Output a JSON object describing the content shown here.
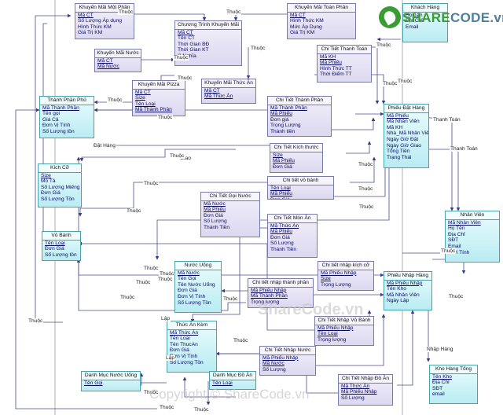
{
  "logo": {
    "text_share": "SHARE",
    "text_code": "CODE.vn"
  },
  "watermarks": {
    "center": "ShareCode.vn",
    "footer": "Copyright © ShareCode.vn"
  },
  "entities": [
    {
      "id": "kmmp",
      "title": "Khuyến Mãi Một Phần",
      "style": "purple",
      "fields": [
        {
          "t": "Mã CT",
          "pk": true
        },
        {
          "t": "Số Lượng Áp dụng"
        },
        {
          "t": "Hình Thức KM"
        },
        {
          "t": "Giá Trị KM"
        }
      ]
    },
    {
      "id": "kmtp",
      "title": "Khuyến Mãi Toàn Phần",
      "style": "purple",
      "fields": [
        {
          "t": "Mã CT",
          "pk": true
        },
        {
          "t": "Hình Thức KM"
        },
        {
          "t": "Mức Áp Dụng"
        },
        {
          "t": "Giá Trị KM"
        }
      ]
    },
    {
      "id": "kh",
      "title": "Khách Hàng",
      "style": "cyan",
      "fields": [
        {
          "t": "Họ Tên"
        },
        {
          "t": "Địa Chỉ"
        },
        {
          "t": "Email"
        }
      ]
    },
    {
      "id": "ctkm",
      "title": "Chương Trình Khuyến Mãi",
      "style": "purple",
      "fields": [
        {
          "t": "Mã CT",
          "pk": true
        },
        {
          "t": "Tên CT"
        },
        {
          "t": "Thời Gian BĐ"
        },
        {
          "t": "Thời Gian KT"
        },
        {
          "t": "Ý Nghĩa"
        }
      ]
    },
    {
      "id": "kmn",
      "title": "Khuyến Mãi Nước",
      "style": "purple",
      "fields": [
        {
          "t": "Mã CT",
          "pk": true
        },
        {
          "t": "Mã Nước",
          "pk": true
        }
      ]
    },
    {
      "id": "cttt",
      "title": "Chi Tiết Thanh Toán",
      "style": "purple",
      "fields": [
        {
          "t": "Mã KH",
          "pk": true
        },
        {
          "t": "Mã Phiếu",
          "pk": true
        },
        {
          "t": "Hình Thức TT"
        },
        {
          "t": "Thời Điểm TT"
        }
      ]
    },
    {
      "id": "kmpz",
      "title": "Khuyến Mãi Pizza",
      "style": "purple",
      "fields": [
        {
          "t": "Mã CT",
          "pk": true
        },
        {
          "t": "Size",
          "pk": true
        },
        {
          "t": "Tên Loại",
          "pk": true
        },
        {
          "t": "Mã Thành Phần",
          "pk": true
        }
      ]
    },
    {
      "id": "kmta",
      "title": "Khuyến Mãi Thức Ăn",
      "style": "purple",
      "fields": [
        {
          "t": "Mã CT",
          "pk": true
        },
        {
          "t": "Mã Thức Ăn",
          "pk": true
        }
      ]
    },
    {
      "id": "tpp",
      "title": "Thành Phần Phủ",
      "style": "cyan",
      "fields": [
        {
          "t": "Mã Thành Phần",
          "pk": true
        },
        {
          "t": "Tên gọi"
        },
        {
          "t": "Giá Cả"
        },
        {
          "t": "Đơn Vị Tính"
        },
        {
          "t": "Số Lượng tồn"
        }
      ]
    },
    {
      "id": "cttp",
      "title": "Chi Tiết Thành Phần",
      "style": "purple",
      "fields": [
        {
          "t": "Mã Thành Phần",
          "pk": true
        },
        {
          "t": "Mã Phiếu",
          "pk": true
        },
        {
          "t": "Đơn giá"
        },
        {
          "t": "Trọng Lượng"
        },
        {
          "t": "Thành tiền"
        }
      ]
    },
    {
      "id": "pdh",
      "title": "Phiếu Đặt Hàng",
      "style": "cyan",
      "fields": [
        {
          "t": "Mã Phiếu",
          "pk": true
        },
        {
          "t": "Mã Nhân Viên"
        },
        {
          "t": "Mã KH"
        },
        {
          "t": "Nhà_Mã Nhân Viên"
        },
        {
          "t": "Ngày Giờ Đặt"
        },
        {
          "t": "Ngày Giờ Giao"
        },
        {
          "t": "Tổng Tiền"
        },
        {
          "t": "Trạng Thái"
        }
      ]
    },
    {
      "id": "ctkt",
      "title": "Chi Tiết Kích thước",
      "style": "purple",
      "fields": [
        {
          "t": "Size",
          "pk": true
        },
        {
          "t": "Mã Phiếu",
          "pk": true
        },
        {
          "t": "Đơn Giá"
        }
      ]
    },
    {
      "id": "kc",
      "title": "Kích Cỡ",
      "style": "cyan",
      "fields": [
        {
          "t": "Size",
          "pk": true
        },
        {
          "t": "Mô Tả"
        },
        {
          "t": "Số Lượng Miếng"
        },
        {
          "t": "Đơn Giá"
        },
        {
          "t": "Số Lượng Tồn"
        }
      ]
    },
    {
      "id": "ctvb",
      "title": "Chi tiết vỏ bánh",
      "style": "purple",
      "fields": [
        {
          "t": "Tên Loại",
          "pk": true
        },
        {
          "t": "Mã Phiếu",
          "pk": true
        },
        {
          "t": "Đơn Giá"
        }
      ]
    },
    {
      "id": "ctgn",
      "title": "Chi Tiết Gọi Nước",
      "style": "purple",
      "fields": [
        {
          "t": "Mã Nước",
          "pk": true
        },
        {
          "t": "Mã Phiếu",
          "pk": true
        },
        {
          "t": "Đơn Giá"
        },
        {
          "t": "Số Lượng"
        },
        {
          "t": "Thành Tiền"
        }
      ]
    },
    {
      "id": "ctma",
      "title": "Chi Tiết Món Ăn",
      "style": "purple",
      "fields": [
        {
          "t": "Mã Thức Ăn",
          "pk": true
        },
        {
          "t": "Mã Phiếu",
          "pk": true
        },
        {
          "t": "Đơn Giá"
        },
        {
          "t": "Số Lượng"
        },
        {
          "t": "Thành Tiền"
        }
      ]
    },
    {
      "id": "nv",
      "title": "Nhân Viên",
      "style": "cyan",
      "fields": [
        {
          "t": "Mã Nhân Viên",
          "pk": true
        },
        {
          "t": "Họ Tên"
        },
        {
          "t": "Địa Chỉ"
        },
        {
          "t": "SĐT"
        },
        {
          "t": "Email"
        },
        {
          "t": "Giới Tính"
        }
      ]
    },
    {
      "id": "vb",
      "title": "Vỏ Bánh",
      "style": "cyan",
      "fields": [
        {
          "t": "Tên Loại",
          "pk": true
        },
        {
          "t": "Đơn Giá"
        },
        {
          "t": "Số Lượng tồn"
        }
      ]
    },
    {
      "id": "nu",
      "title": "Nước Uống",
      "style": "cyan",
      "fields": [
        {
          "t": "Mã Nước",
          "pk": true
        },
        {
          "t": "Tên Gọi"
        },
        {
          "t": "Tên Nước Uống"
        },
        {
          "t": "Đơn Giá"
        },
        {
          "t": "Đơn Vị Tính"
        },
        {
          "t": "Số Lượng Tồn"
        }
      ]
    },
    {
      "id": "ctnkc",
      "title": "Chi tiết nhập kích cỡ",
      "style": "purple",
      "fields": [
        {
          "t": "Mã Phiếu Nhập",
          "pk": true
        },
        {
          "t": "Size",
          "pk": true
        },
        {
          "t": "Trọng Lượng"
        }
      ]
    },
    {
      "id": "pnh",
      "title": "Phiếu Nhập Hàng",
      "style": "cyan",
      "fields": [
        {
          "t": "Mã Phiếu Nhập",
          "pk": true
        },
        {
          "t": "Tên Kho"
        },
        {
          "t": "Mã Nhân Viên"
        },
        {
          "t": "Ngày Lập"
        }
      ]
    },
    {
      "id": "ctntp",
      "title": "Chi tiết nhập thành phần",
      "style": "purple",
      "fields": [
        {
          "t": "Mã Phiếu Nhập",
          "pk": true
        },
        {
          "t": "Mã Thành Phần",
          "pk": true
        },
        {
          "t": "Trọng lượng"
        }
      ]
    },
    {
      "id": "ctnvb",
      "title": "Chi Tiết Nhập Vỏ Bánh",
      "style": "purple",
      "fields": [
        {
          "t": "Mã Phiếu Nhập",
          "pk": true
        },
        {
          "t": "Tên Loại",
          "pk": true
        },
        {
          "t": "Trọng lượng"
        }
      ]
    },
    {
      "id": "tak",
      "title": "Thức Ăn Kèm",
      "style": "cyan",
      "fields": [
        {
          "t": "Mã Thức Ăn",
          "pk": true
        },
        {
          "t": "Tên Loại"
        },
        {
          "t": "Tên ThucAn"
        },
        {
          "t": "Đơn Giá"
        },
        {
          "t": "Đơn Vị Tính"
        },
        {
          "t": "Số Lượng Tồn"
        }
      ]
    },
    {
      "id": "ctnn",
      "title": "Chi Tiết Nhập Nước",
      "style": "purple",
      "fields": [
        {
          "t": "Mã Phiếu Nhập",
          "pk": true
        },
        {
          "t": "Mã Nước",
          "pk": true
        },
        {
          "t": "Số Lượng"
        }
      ]
    },
    {
      "id": "dmnu",
      "title": "Danh Mục Nước Uống",
      "style": "cyan",
      "fields": [
        {
          "t": "Tên Gọi",
          "pk": true
        }
      ]
    },
    {
      "id": "dmda",
      "title": "Danh Mục Đồ Ăn",
      "style": "cyan",
      "fields": [
        {
          "t": "Tên Loại",
          "pk": true
        }
      ]
    },
    {
      "id": "khtong",
      "title": "Kho Hàng Tổng",
      "style": "cyan",
      "fields": [
        {
          "t": "Tên Kho",
          "pk": true
        },
        {
          "t": "Địa Chỉ"
        },
        {
          "t": "SĐT"
        },
        {
          "t": "email"
        }
      ]
    },
    {
      "id": "ctnda",
      "title": "Chi Tiết Nhập Đồ Ăn",
      "style": "purple",
      "fields": [
        {
          "t": "Mã Thức Ăn",
          "pk": true
        },
        {
          "t": "Mã Phiếu Nhập",
          "pk": true
        },
        {
          "t": "Số Lượng"
        }
      ]
    }
  ],
  "relation_labels": [
    "Thuộc",
    "Thuộc",
    "Thuộc",
    "Thuộc",
    "Thuộc",
    "Thuộc",
    "Thuộc",
    "Thuộc",
    "Thuộc",
    "Thuộc",
    "Thanh Toán",
    "Thanh Toán",
    "Đặt Hàng",
    "Giao",
    "Thuộc",
    "Thuộc",
    "Thuộc",
    "Thuộc",
    "Thuộc",
    "Thuộc",
    "Thuộc",
    "Thuộc",
    "Thuộc",
    "Lập",
    "Lập",
    "Thuộc",
    "Thuộc",
    "Thuộc",
    "Thuộc",
    "Nhập Hàng",
    "Thuộc",
    "Thuộc",
    "Thuộc",
    "Thuộc",
    "Thuộc",
    "Thuộc"
  ]
}
